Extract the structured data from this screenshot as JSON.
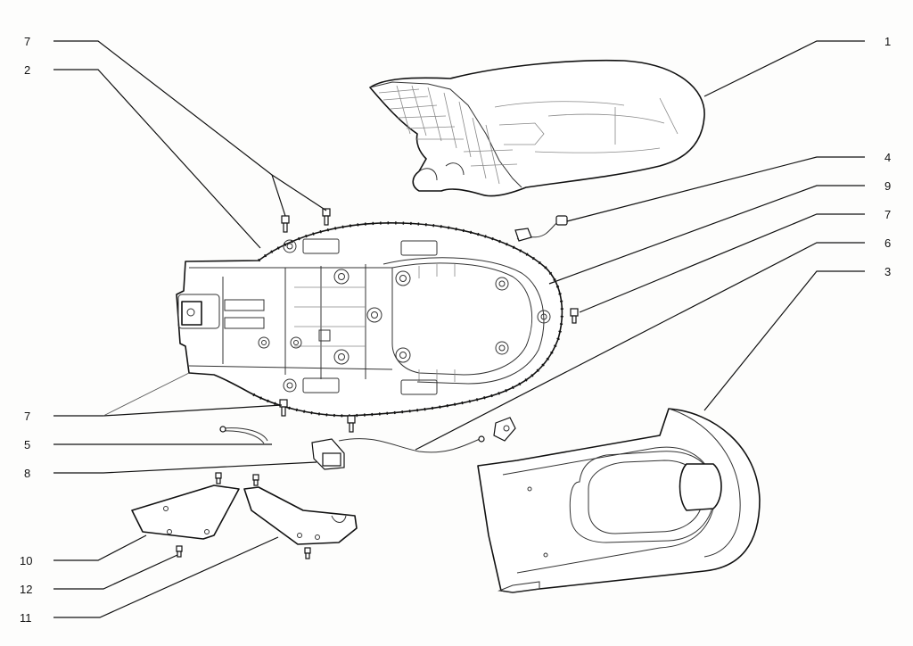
{
  "callouts": [
    {
      "id": "c1",
      "number": "1"
    },
    {
      "id": "c2",
      "number": "2"
    },
    {
      "id": "c3",
      "number": "3"
    },
    {
      "id": "c4",
      "number": "4"
    },
    {
      "id": "c5",
      "number": "5"
    },
    {
      "id": "c6",
      "number": "6"
    },
    {
      "id": "c7a",
      "number": "7"
    },
    {
      "id": "c7b",
      "number": "7"
    },
    {
      "id": "c7c",
      "number": "7"
    },
    {
      "id": "c8",
      "number": "8"
    },
    {
      "id": "c9",
      "number": "9"
    },
    {
      "id": "c10",
      "number": "10"
    },
    {
      "id": "c11",
      "number": "11"
    },
    {
      "id": "c12",
      "number": "12"
    }
  ],
  "colors": {
    "ink": "#111111",
    "paper": "#fdfdfc"
  }
}
